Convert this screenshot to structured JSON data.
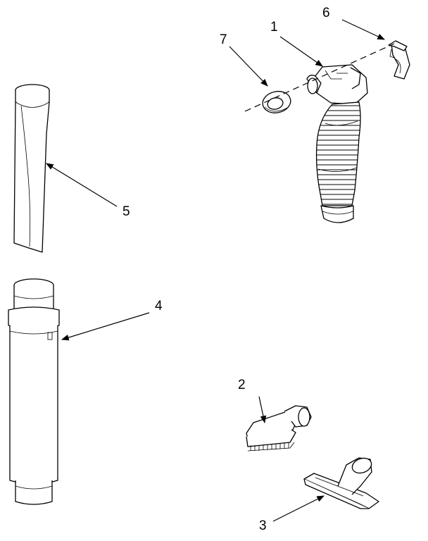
{
  "diagram": {
    "callouts": {
      "p1": "1",
      "p2": "2",
      "p3": "3",
      "p4": "4",
      "p5": "5",
      "p6": "6",
      "p7": "7"
    }
  }
}
